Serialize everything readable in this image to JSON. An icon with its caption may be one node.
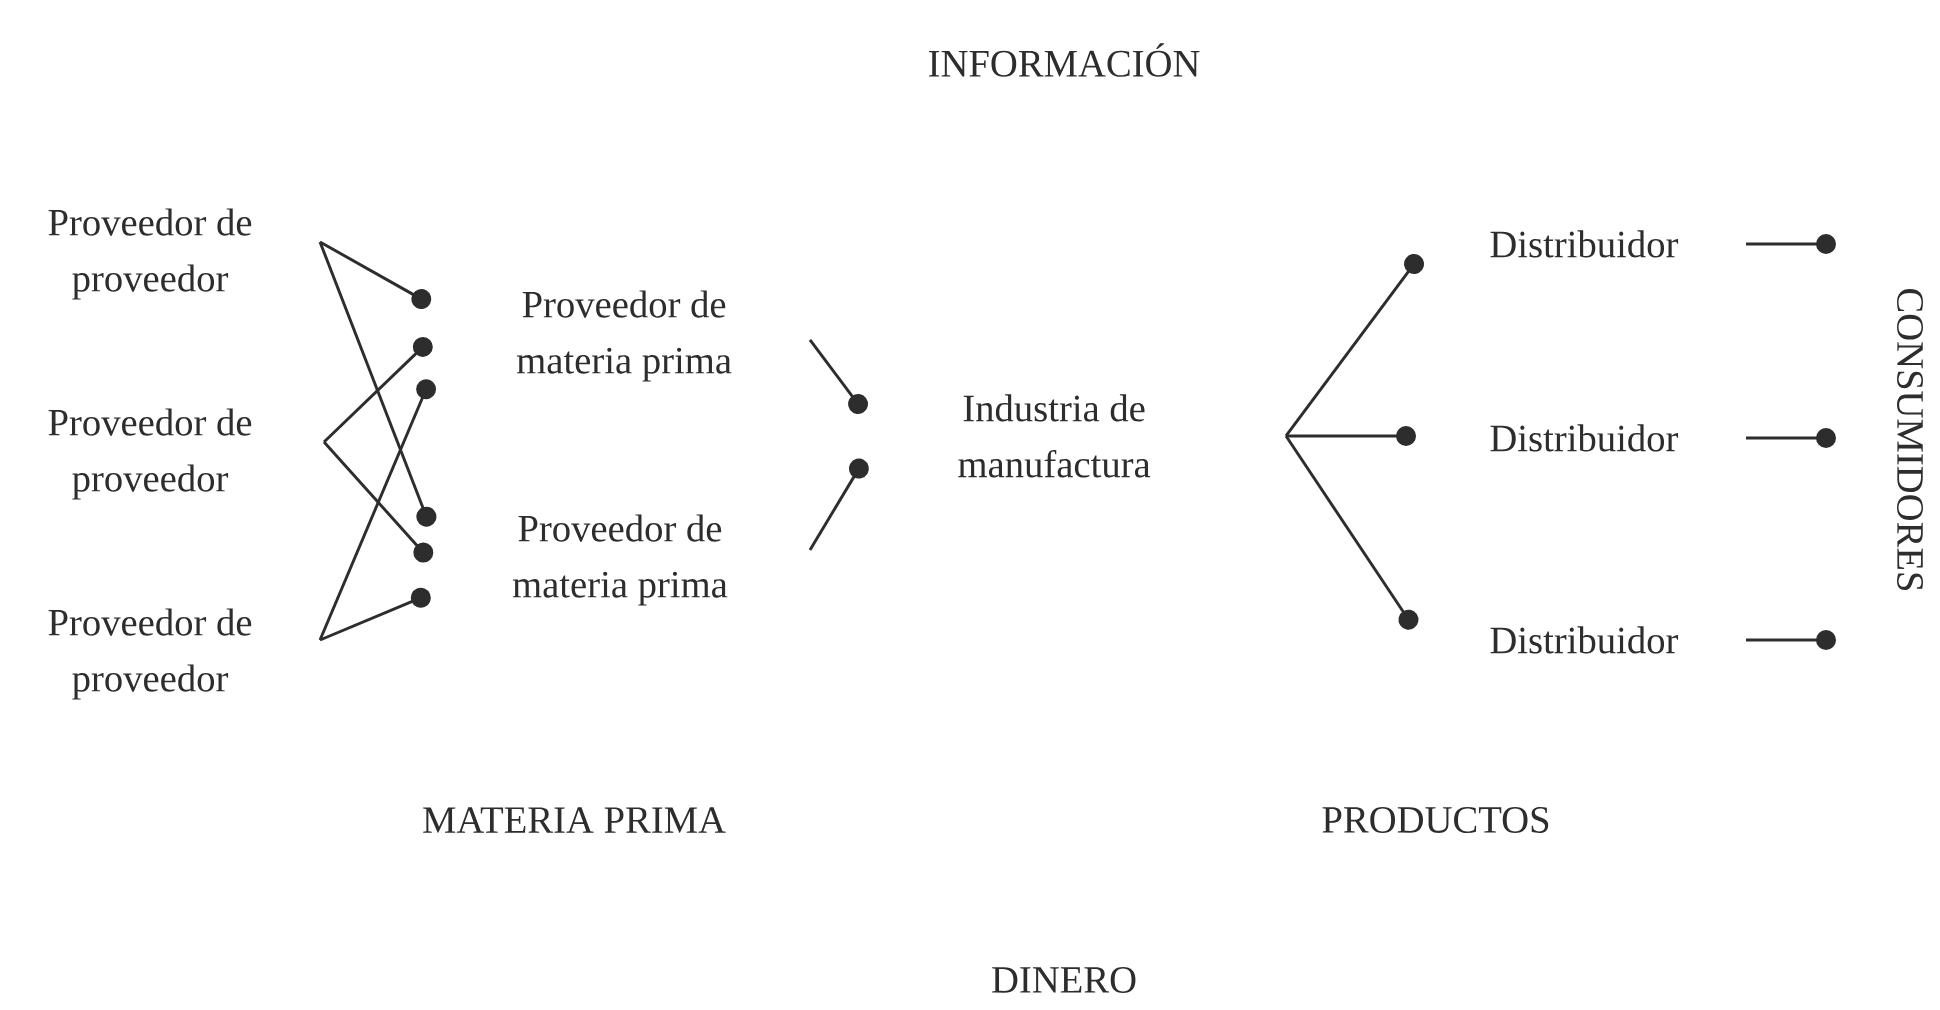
{
  "diagram": {
    "nodes": [
      {
        "text": [
          "Proveedor de proveedor"
        ]
      },
      {
        "text": [
          "Proveedor de proveedor"
        ]
      },
      {
        "text": [
          "Proveedor de proveedor"
        ]
      },
      {
        "text": [
          "Proveedor de materia prima"
        ]
      },
      {
        "text": [
          "Proveedor de materia prima"
        ]
      },
      {
        "text": [
          "Industria de manufactura"
        ]
      },
      {
        "text": [
          "Distribuidor"
        ]
      },
      {
        "text": [
          "Distribuidor"
        ]
      },
      {
        "text": [
          "Distribuidor"
        ]
      },
      {
        "text": [
          "CONSUMIDORES"
        ]
      }
    ],
    "edges": [
      {
        "from": 0,
        "to": 3,
        "arrow": "other"
      },
      {
        "from": 0,
        "to": 4,
        "arrow": "other"
      },
      {
        "from": 1,
        "to": 3,
        "arrow": "other"
      },
      {
        "from": 1,
        "to": 4,
        "arrow": "other"
      },
      {
        "from": 2,
        "to": 3,
        "arrow": "other"
      },
      {
        "from": 2,
        "to": 4,
        "arrow": "other"
      },
      {
        "from": 3,
        "to": 5,
        "arrow": "other"
      },
      {
        "from": 4,
        "to": 5,
        "arrow": "other"
      },
      {
        "from": 5,
        "to": 6,
        "arrow": "other"
      },
      {
        "from": 5,
        "to": 7,
        "arrow": "other"
      },
      {
        "from": 5,
        "to": 8,
        "arrow": "other"
      },
      {
        "from": 6,
        "to": 9,
        "arrow": "other"
      },
      {
        "from": 7,
        "to": 9,
        "arrow": "other"
      },
      {
        "from": 8,
        "to": 9,
        "arrow": "other"
      }
    ],
    "labels": [
      "INFORMACIÓN",
      "MATERIA PRIMA",
      "PRODUCTOS",
      "DINERO"
    ]
  }
}
